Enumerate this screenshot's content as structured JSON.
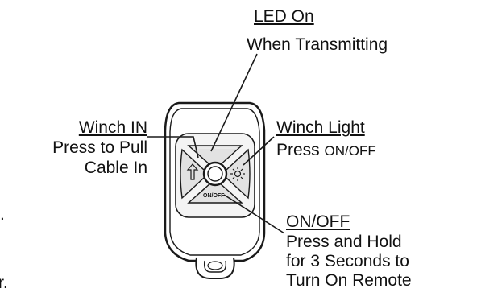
{
  "callouts": {
    "led": {
      "heading": "LED On",
      "line1": "When Transmitting"
    },
    "winch_in": {
      "heading": "Winch IN",
      "line1": "Press to Pull",
      "line2": "Cable In"
    },
    "winch_light": {
      "heading": "Winch Light",
      "line1_prefix": "Press ",
      "line1_suffix": "ON/OFF"
    },
    "on_off": {
      "heading": "ON/OFF",
      "line1": "Press and Hold",
      "line2": "for 3 Seconds to",
      "line3": "Turn On Remote"
    }
  },
  "remote": {
    "on_off_button_label": "ON/OFF"
  },
  "cropped_edge_text": {
    "char1": ".",
    "char2": "r."
  }
}
